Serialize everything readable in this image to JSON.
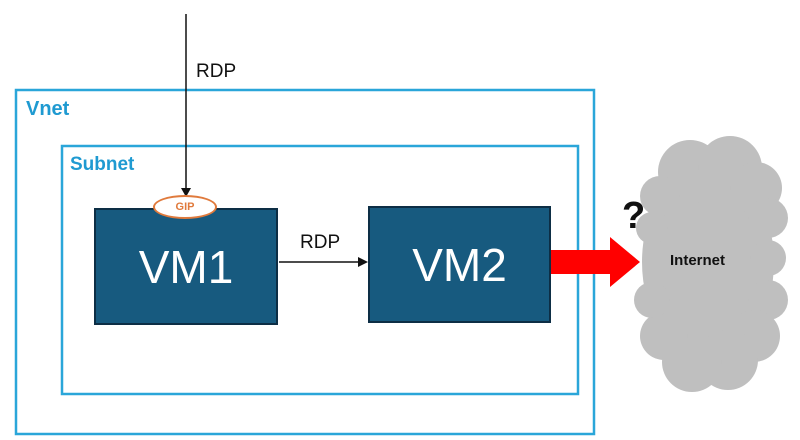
{
  "colors": {
    "container_border": "#2aa6d9",
    "container_label": "#1f9ad1",
    "vm_fill": "#175a7f",
    "vm_text": "#ffffff",
    "gip_accent": "#e07a3c",
    "arrow_red": "#ff0000",
    "cloud_fill": "#bfbfbf",
    "line": "#111111"
  },
  "labels": {
    "rdp_inbound": "RDP",
    "vnet": "Vnet",
    "subnet": "Subnet",
    "gip": "GIP",
    "vm1": "VM1",
    "vm2": "VM2",
    "rdp_internal": "RDP",
    "question": "?",
    "internet": "Internet"
  },
  "icons": {
    "cloud": "cloud-icon",
    "public_ip": "public-ip-badge",
    "outbound": "red-arrow-icon"
  }
}
